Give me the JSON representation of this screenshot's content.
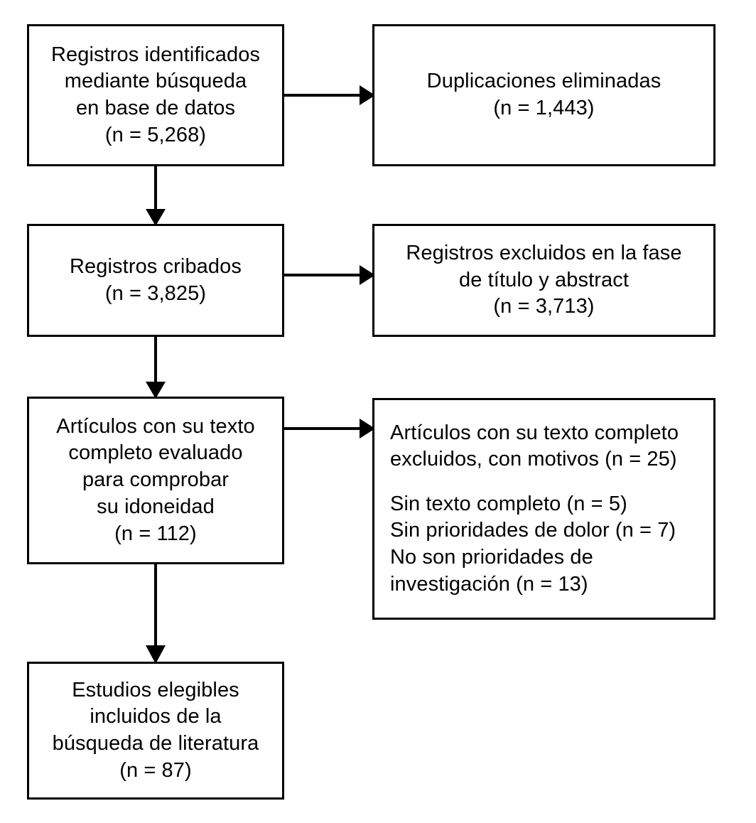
{
  "diagram": {
    "type": "flowchart",
    "name": "prisma-flow-diagram",
    "language": "es",
    "background": "#ffffff",
    "stroke_color": "#000000",
    "text_color": "#000000"
  },
  "nodes": {
    "identified": {
      "id": "records-identified",
      "lines": [
        "Registros identificados",
        "mediante búsqueda",
        "en base de datos",
        "(n = 5,268)"
      ],
      "count": "5,268"
    },
    "duplicates": {
      "id": "duplicates-removed",
      "lines": [
        "Duplicaciones eliminadas",
        "(n = 1,443)"
      ],
      "count": "1,443"
    },
    "screened": {
      "id": "records-screened",
      "lines": [
        "Registros cribados",
        "(n = 3,825)"
      ],
      "count": "3,825"
    },
    "excluded_title_abstract": {
      "id": "records-excluded-title-abstract",
      "lines": [
        "Registros excluidos en la fase",
        "de título y abstract",
        "(n = 3,713)"
      ],
      "count": "3,713"
    },
    "fulltext_assessed": {
      "id": "fulltext-assessed",
      "lines": [
        "Artículos con su texto",
        "completo evaluado",
        "para comprobar",
        "su idoneidad",
        "(n = 112)"
      ],
      "count": "112"
    },
    "excluded_fulltext": {
      "id": "fulltext-excluded",
      "header_lines": [
        "Artículos con su texto completo",
        "excluidos, con motivos (n = 25)"
      ],
      "count": "25",
      "reasons": [
        {
          "label": "Sin texto completo (n = 5)",
          "n": "5"
        },
        {
          "label": "Sin prioridades de dolor (n = 7)",
          "n": "7"
        },
        {
          "label": "No son prioridades de",
          "n": ""
        },
        {
          "label": "investigación (n = 13)",
          "n": "13"
        }
      ]
    },
    "included": {
      "id": "studies-included",
      "lines": [
        "Estudios elegibles",
        "incluidos de la",
        "búsqueda de literatura",
        "(n = 87)"
      ],
      "count": "87"
    }
  },
  "connectors": [
    {
      "name": "identified-to-duplicates",
      "direction": "right"
    },
    {
      "name": "identified-to-screened",
      "direction": "down"
    },
    {
      "name": "screened-to-excluded-title-abstract",
      "direction": "right"
    },
    {
      "name": "screened-to-fulltext",
      "direction": "down"
    },
    {
      "name": "fulltext-to-excluded-fulltext",
      "direction": "right"
    },
    {
      "name": "fulltext-to-included",
      "direction": "down"
    }
  ]
}
